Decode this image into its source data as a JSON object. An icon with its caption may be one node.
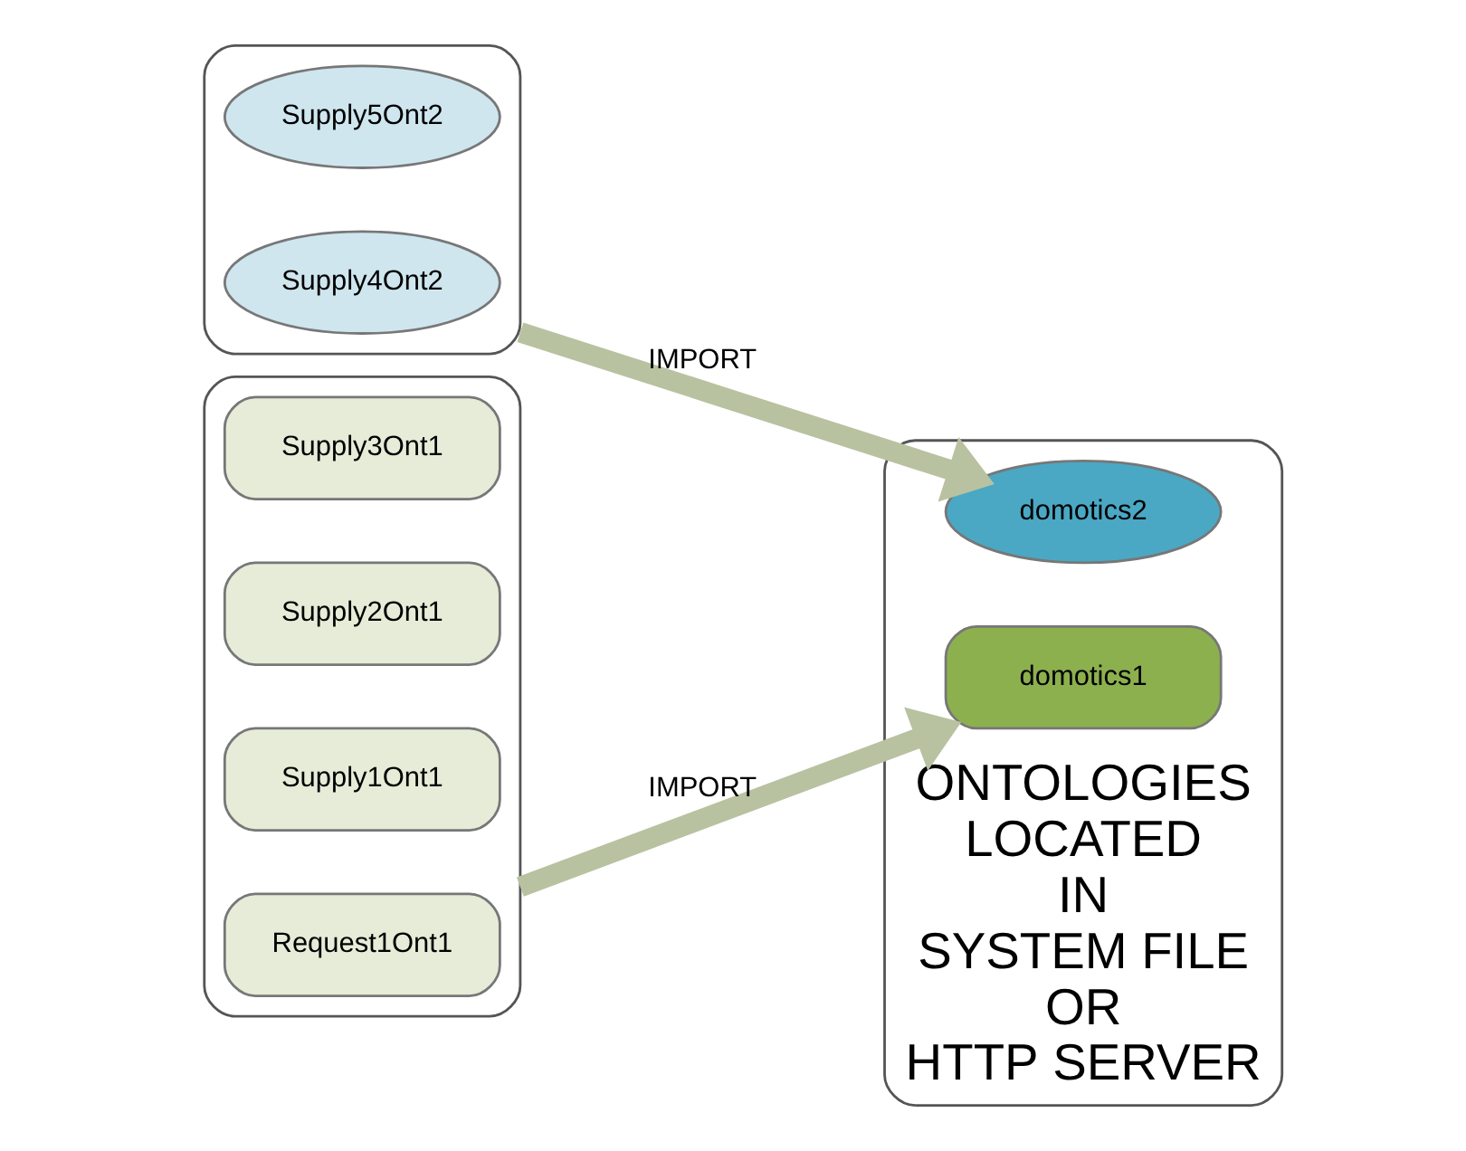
{
  "diagram": {
    "nodes": [
      {
        "text": [],
        "shape": "box"
      },
      {
        "text": [
          "Supply5Ont2"
        ],
        "in": 0
      },
      {
        "text": [
          "Supply4Ont2"
        ],
        "in": 0
      },
      {
        "text": [],
        "shape": "box"
      },
      {
        "text": [
          "Supply3Ont1"
        ],
        "in": 3
      },
      {
        "text": [
          "Supply2Ont1"
        ],
        "in": 3
      },
      {
        "text": [
          "Supply1Ont1"
        ],
        "in": 3
      },
      {
        "text": [
          "Request1Ont1"
        ],
        "in": 3
      },
      {
        "text": [
          "ONTOLOGIES LOCATED IN SYSTEM FILE OR HTTP SERVER"
        ]
      },
      {
        "text": [
          "domotics2"
        ],
        "in": 8
      },
      {
        "text": [
          "domotics1"
        ],
        "in": 8
      }
    ],
    "edges": [
      {
        "from": 0,
        "to": 9,
        "arrow": "to",
        "label": "IMPORT"
      },
      {
        "from": 3,
        "to": 10,
        "arrow": "to",
        "label": "IMPORT"
      }
    ]
  }
}
